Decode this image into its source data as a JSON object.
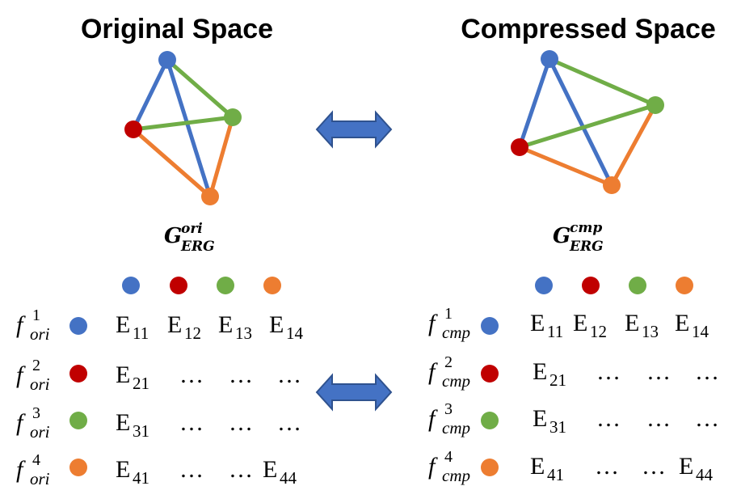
{
  "titles": {
    "left": "Original Space",
    "right": "Compressed Space"
  },
  "colors": {
    "blue": "#4472C4",
    "red": "#C00000",
    "green": "#70AD47",
    "orange": "#ED7D31",
    "arrow_fill": "#4472C4",
    "arrow_stroke": "#2F528F"
  },
  "graphs": {
    "left": {
      "label": "G",
      "superscript": "ori",
      "subscript": "ERG"
    },
    "right": {
      "label": "G",
      "superscript": "cmp",
      "subscript": "ERG"
    }
  },
  "left_matrix": {
    "rows": [
      {
        "f": "f",
        "sup": "1",
        "sub": "ori",
        "cells": [
          {
            "b": "E",
            "s": "11"
          },
          {
            "b": "E",
            "s": "12"
          },
          {
            "b": "E",
            "s": "13"
          },
          {
            "b": "E",
            "s": "14"
          }
        ]
      },
      {
        "f": "f",
        "sup": "2",
        "sub": "ori",
        "cells": [
          {
            "b": "E",
            "s": "21"
          },
          {
            "b": "…",
            "s": ""
          },
          {
            "b": "…",
            "s": ""
          },
          {
            "b": "…",
            "s": ""
          }
        ]
      },
      {
        "f": "f",
        "sup": "3",
        "sub": "ori",
        "cells": [
          {
            "b": "E",
            "s": "31"
          },
          {
            "b": "…",
            "s": ""
          },
          {
            "b": "…",
            "s": ""
          },
          {
            "b": "…",
            "s": ""
          }
        ]
      },
      {
        "f": "f",
        "sup": "4",
        "sub": "ori",
        "cells": [
          {
            "b": "E",
            "s": "41"
          },
          {
            "b": "…",
            "s": ""
          },
          {
            "b": "…",
            "s": ""
          },
          {
            "b": "E",
            "s": "44"
          }
        ]
      }
    ]
  },
  "right_matrix": {
    "rows": [
      {
        "f": "f",
        "sup": "1",
        "sub": "cmp",
        "cells": [
          {
            "b": "E",
            "s": "11"
          },
          {
            "b": "E",
            "s": "12"
          },
          {
            "b": "E",
            "s": "13"
          },
          {
            "b": "E",
            "s": "14"
          }
        ]
      },
      {
        "f": "f",
        "sup": "2",
        "sub": "cmp",
        "cells": [
          {
            "b": "E",
            "s": "21"
          },
          {
            "b": "…",
            "s": ""
          },
          {
            "b": "…",
            "s": ""
          },
          {
            "b": "…",
            "s": ""
          }
        ]
      },
      {
        "f": "f",
        "sup": "3",
        "sub": "cmp",
        "cells": [
          {
            "b": "E",
            "s": "31"
          },
          {
            "b": "…",
            "s": ""
          },
          {
            "b": "…",
            "s": ""
          },
          {
            "b": "…",
            "s": ""
          }
        ]
      },
      {
        "f": "f",
        "sup": "4",
        "sub": "cmp",
        "cells": [
          {
            "b": "E",
            "s": "41"
          },
          {
            "b": "…",
            "s": ""
          },
          {
            "b": "…",
            "s": ""
          },
          {
            "b": "E",
            "s": "44"
          }
        ]
      }
    ]
  }
}
